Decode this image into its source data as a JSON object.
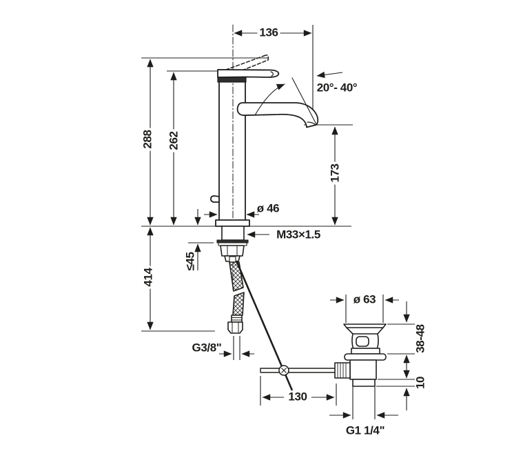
{
  "drawing": {
    "type": "technical-dimension-drawing",
    "subject": "single-lever basin mixer tap with pop-up waste set",
    "line_color": "#1d1d1b",
    "background_color": "#ffffff",
    "dimensions": {
      "spout_projection": "136",
      "handle_swivel_angle": "20°- 40°",
      "total_height": "288",
      "body_height": "262",
      "spout_outlet_height": "173",
      "body_diameter": "ø 46",
      "mounting_thread": "M33×1.5",
      "max_mounting_thickness": "≤45",
      "under_counter_length": "414",
      "supply_hose_thread": "G3/8\"",
      "popup_rod_reach": "130",
      "waste_flange_diameter": "ø 63",
      "waste_clamping_range": "38-48",
      "waste_lower_offset": "10",
      "waste_outlet_thread": "G1 1/4\""
    }
  }
}
